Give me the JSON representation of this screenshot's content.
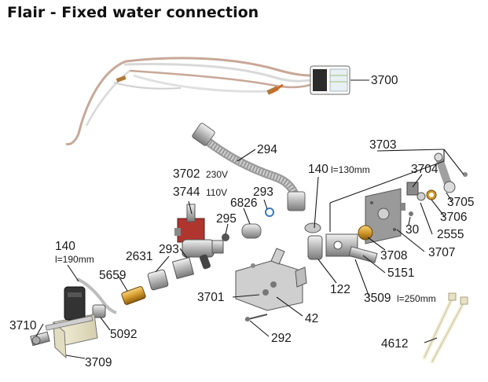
{
  "title": "Flair - Fixed water connection",
  "parts": {
    "p3700": "3700",
    "p294": "294",
    "p3703": "3703",
    "p140a": "140",
    "p140a_len": "l=130mm",
    "p3704": "3704",
    "p3702": "3702",
    "p3702_volt": "230V",
    "p3744": "3744",
    "p3744_volt": "110V",
    "p293a": "293",
    "p6826": "6826",
    "p295": "295",
    "p3705": "3705",
    "p3706": "3706",
    "p30": "30",
    "p2555": "2555",
    "p140b": "140",
    "p140b_len": "l=190mm",
    "p2631": "2631",
    "p293b": "293",
    "p5659": "5659",
    "p3708": "3708",
    "p3707": "3707",
    "p5151": "5151",
    "p122": "122",
    "p3701": "3701",
    "p3509": "3509",
    "p3509_len": "l=250mm",
    "p3710": "3710",
    "p5092": "5092",
    "p42": "42",
    "p292": "292",
    "p4612": "4612",
    "p3709": "3709"
  }
}
